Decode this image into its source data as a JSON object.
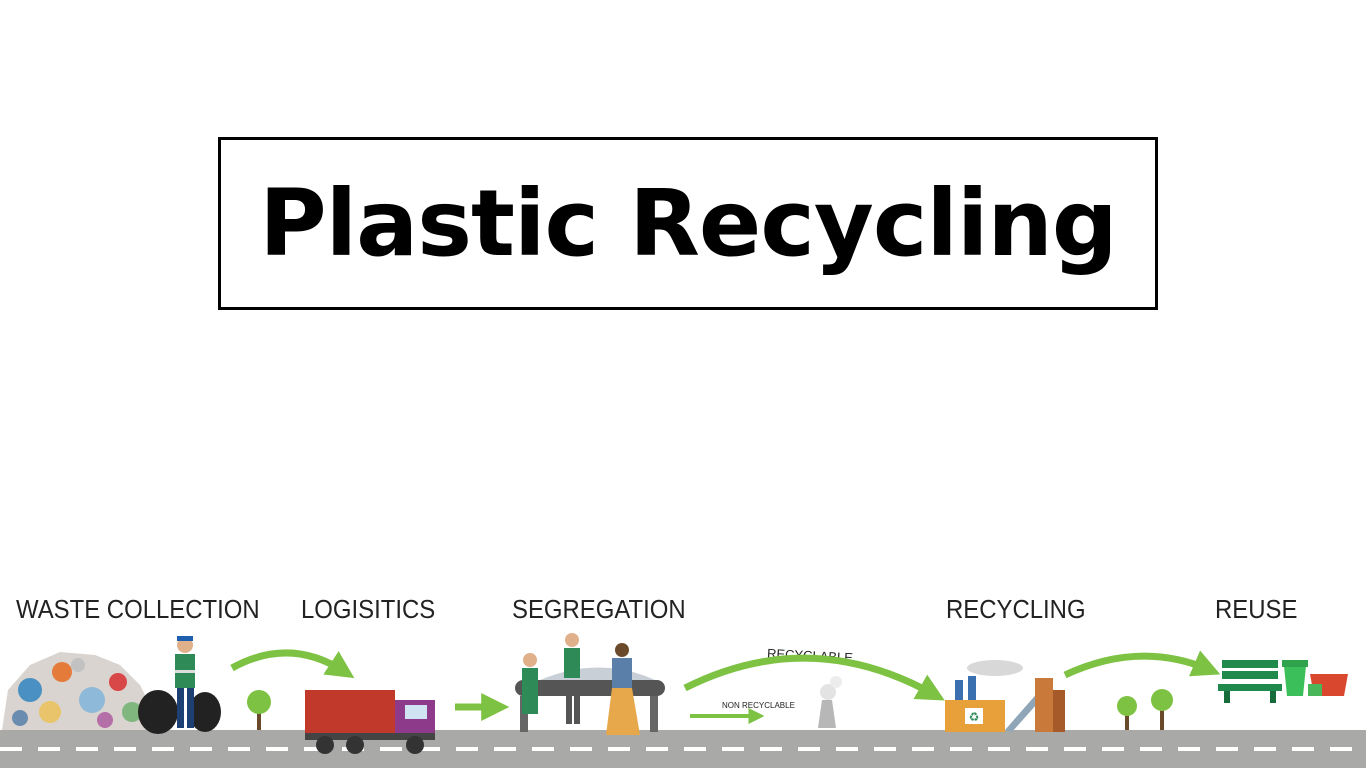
{
  "title": "Plastic Recycling",
  "stages": [
    {
      "label": "WASTE COLLECTION"
    },
    {
      "label": "LOGISITICS"
    },
    {
      "label": "SEGREGATION"
    },
    {
      "label": "RECYCLING"
    },
    {
      "label": "REUSE"
    }
  ],
  "flows": {
    "recyclable": "RECYCLABLE",
    "non_recyclable": "NON RECYCLABLE"
  },
  "colors": {
    "arrow": "#7dc242",
    "road": "#a9aaa8",
    "truck": "#c0392b",
    "worker_shirt": "#2e8b57",
    "bench": "#1f8a4c"
  }
}
